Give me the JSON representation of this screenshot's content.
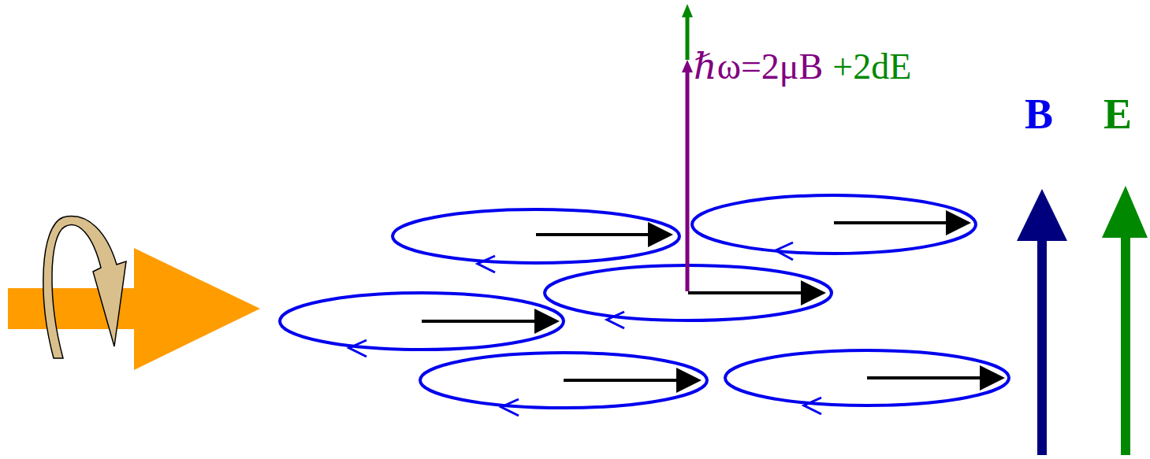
{
  "diagram": {
    "labels": [
      "ℏω=2μB",
      "+2dE",
      "B",
      "E"
    ]
  }
}
